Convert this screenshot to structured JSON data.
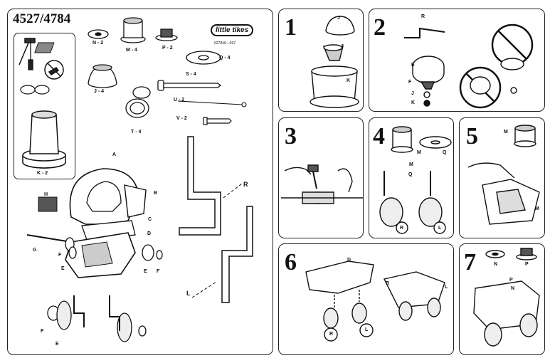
{
  "header": {
    "model": "4527/4784",
    "brand": "little tikes",
    "part_number": "627840—997"
  },
  "parts": {
    "N": "N - 2",
    "M": "M - 4",
    "P": "P - 2",
    "Q": "Q - 4",
    "J": "J - 4",
    "S": "S - 4",
    "T": "T - 4",
    "U": "U - 2",
    "V": "V - 2",
    "K": "K - 2"
  },
  "diagram_letters": {
    "A": "A",
    "B": "B",
    "C": "C",
    "D": "D",
    "E": "E",
    "F": "F",
    "G": "G",
    "H": "H",
    "L": "L",
    "R": "R",
    "J": "J",
    "K": "K",
    "M": "M",
    "Q": "Q",
    "N": "N",
    "P": "P"
  },
  "steps": [
    "1",
    "2",
    "3",
    "4",
    "5",
    "6",
    "7"
  ],
  "circle_labels": {
    "R": "R",
    "L": "L"
  }
}
